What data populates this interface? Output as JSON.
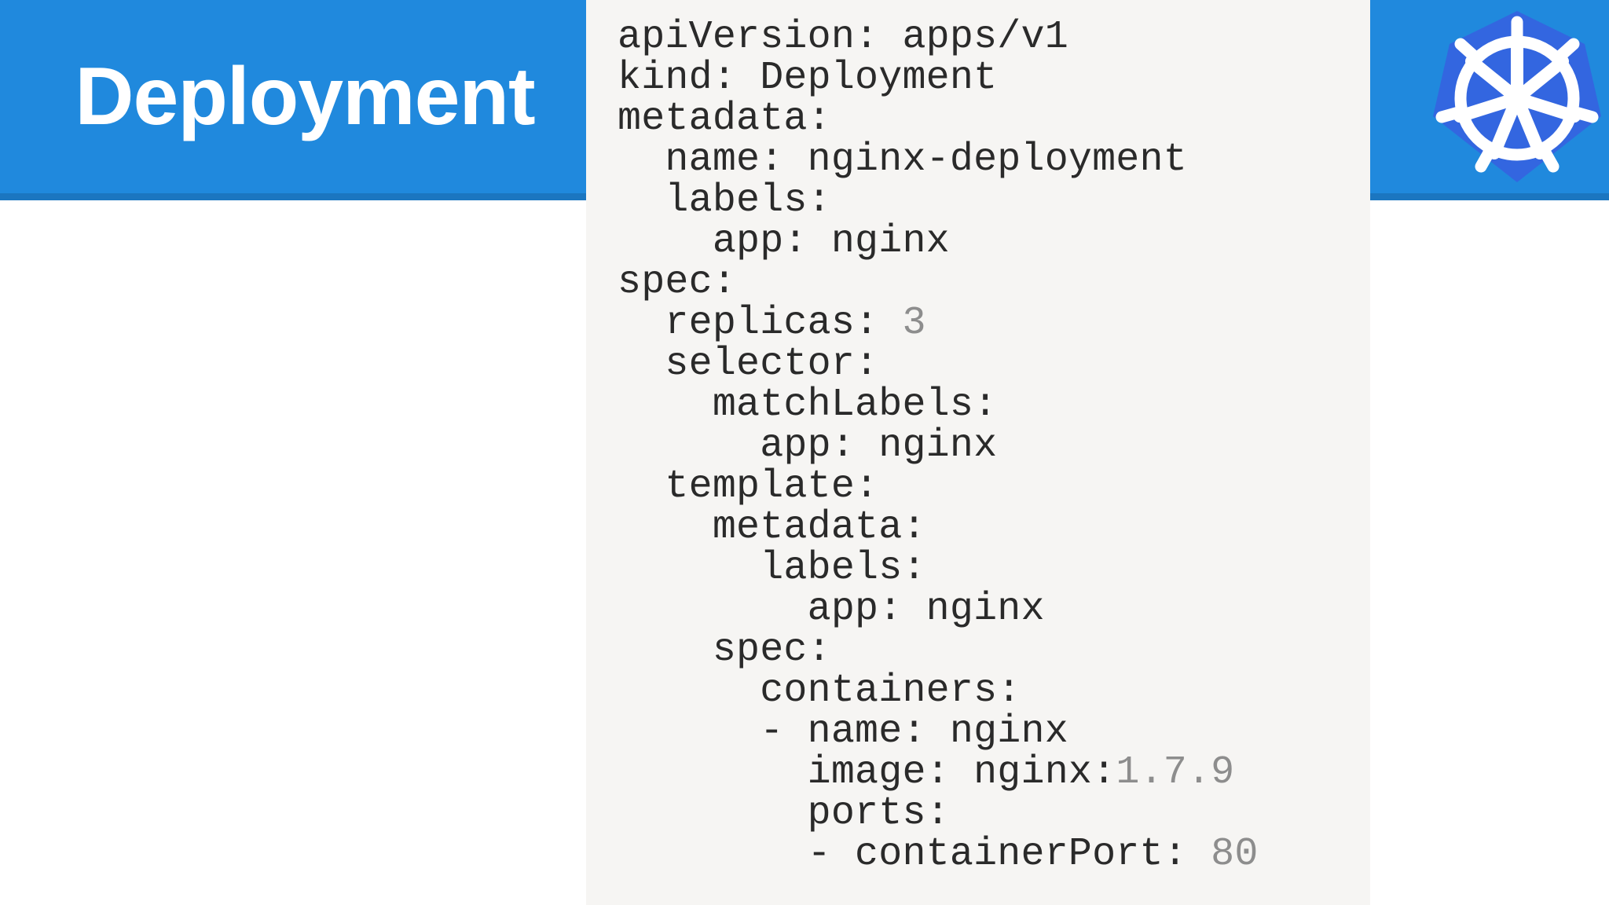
{
  "slide": {
    "title": "Deployment",
    "colors": {
      "banner_blue": "#2089dd",
      "banner_shadow_blue": "#1b76c0",
      "logo_hexagon_blue": "#3366e0",
      "logo_wheel_white": "#ffffff",
      "code_panel_background": "#f6f5f3",
      "code_text": "#2a2a2a",
      "code_value_number": "#8d8d8d",
      "page_background": "#ffffff"
    }
  },
  "logo": {
    "name": "kubernetes-logo",
    "alt": "Kubernetes helm wheel"
  },
  "code": {
    "language": "yaml",
    "lines": [
      {
        "indent": 0,
        "text": "apiVersion: apps/v1"
      },
      {
        "indent": 0,
        "text": "kind: Deployment"
      },
      {
        "indent": 0,
        "text": "metadata:"
      },
      {
        "indent": 1,
        "text": "name: nginx-deployment"
      },
      {
        "indent": 1,
        "text": "labels:"
      },
      {
        "indent": 2,
        "text": "app: nginx"
      },
      {
        "indent": 0,
        "text": "spec:"
      },
      {
        "indent": 1,
        "text": "replicas: ",
        "num": "3"
      },
      {
        "indent": 1,
        "text": "selector:"
      },
      {
        "indent": 2,
        "text": "matchLabels:"
      },
      {
        "indent": 3,
        "text": "app: nginx"
      },
      {
        "indent": 1,
        "text": "template:"
      },
      {
        "indent": 2,
        "text": "metadata:"
      },
      {
        "indent": 3,
        "text": "labels:"
      },
      {
        "indent": 4,
        "text": "app: nginx"
      },
      {
        "indent": 2,
        "text": "spec:"
      },
      {
        "indent": 3,
        "text": "containers:"
      },
      {
        "indent": 3,
        "text": "- name: nginx"
      },
      {
        "indent": 4,
        "text": "image: nginx:",
        "num": "1.7.9"
      },
      {
        "indent": 4,
        "text": "ports:"
      },
      {
        "indent": 4,
        "text": "- containerPort: ",
        "num": "80"
      }
    ]
  }
}
